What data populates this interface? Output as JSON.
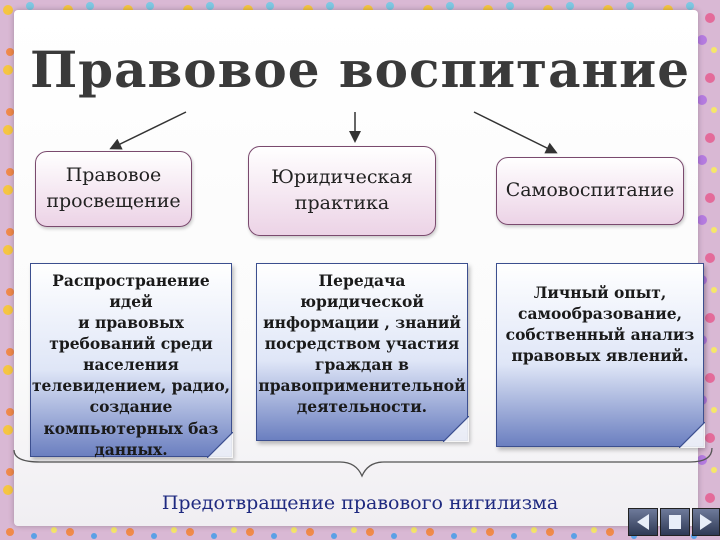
{
  "title": "Правовое воспитание",
  "columns": [
    {
      "heading_lines": [
        "Правовое",
        "просвещение"
      ],
      "description_lines": [
        "Распространение идей",
        "и правовых",
        "требований среди",
        "населения",
        "телевидением, радио,",
        "создание",
        "компьютерных баз",
        "данных."
      ]
    },
    {
      "heading_lines": [
        "Юридическая",
        "практика"
      ],
      "description_lines": [
        "Передача",
        "юридической",
        "информации , знаний",
        "посредством участия",
        "граждан в",
        "правоприменительной",
        "деятельности."
      ]
    },
    {
      "heading_lines": [
        "Самовоспитание"
      ],
      "description_lines": [
        "Личный опыт,",
        "самообразование,",
        "собственный анализ",
        "правовых явлений."
      ]
    }
  ],
  "footer": "Предотвращение правового нигилизма",
  "colors": {
    "title": "#3a3a3a",
    "footer": "#1f2a80",
    "heading_box_border": "#7a4a6e",
    "desc_box_border": "#3c4f8f"
  },
  "nav_icons": [
    "prev-arrow-icon",
    "next-arrow-icon",
    "end-icon"
  ]
}
